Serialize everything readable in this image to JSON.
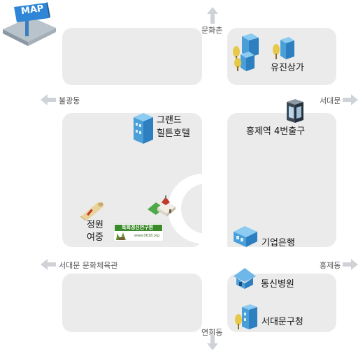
{
  "map_badge": "MAP",
  "directions": {
    "north": "문화촌",
    "west": "불광동",
    "east": "서대문",
    "southwest": "서대문 문화체육관",
    "southeast": "홍제동",
    "south": "연희동"
  },
  "places": {
    "yujin": "유진상가",
    "grand_hilton": [
      "그랜드",
      "힐튼호텔"
    ],
    "hongje_exit": "홍제역 4번출구",
    "jeongwon": [
      "정원",
      "여중"
    ],
    "ibk": "기업은행",
    "dongsin": "동신병원",
    "seodaemun_office": "서대문구청"
  },
  "institute_sign": {
    "name": "목회경신연구원",
    "url": "www.0618.org"
  },
  "colors": {
    "block": "#ebebeb",
    "arrow": "#cfd3d8",
    "building_blue": "#4a9fd8",
    "tree_yellow": "#e6c84a",
    "sign_green": "#3a8a2a"
  }
}
